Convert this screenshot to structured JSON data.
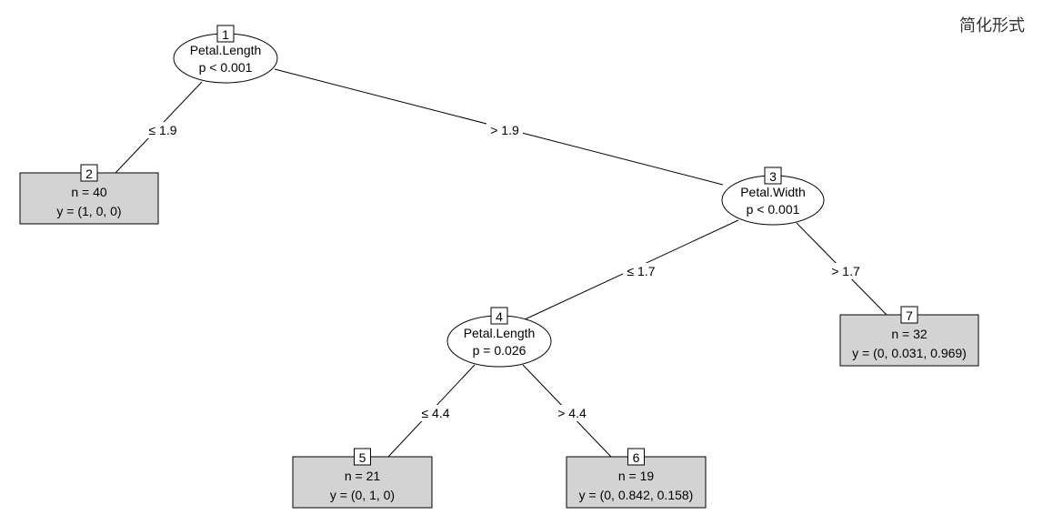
{
  "title": "简化形式",
  "colors": {
    "leaf_fill": "#d3d3d3",
    "line": "#000000",
    "node_fill": "#ffffff"
  },
  "nodes": [
    {
      "id": "1",
      "type": "inner",
      "variable": "Petal.Length",
      "pvalue": "p < 0.001"
    },
    {
      "id": "2",
      "type": "terminal",
      "n": "n = 40",
      "y": "y = (1, 0, 0)"
    },
    {
      "id": "3",
      "type": "inner",
      "variable": "Petal.Width",
      "pvalue": "p < 0.001"
    },
    {
      "id": "4",
      "type": "inner",
      "variable": "Petal.Length",
      "pvalue": "p = 0.026"
    },
    {
      "id": "5",
      "type": "terminal",
      "n": "n = 21",
      "y": "y = (0, 1, 0)"
    },
    {
      "id": "6",
      "type": "terminal",
      "n": "n = 19",
      "y": "y = (0, 0.842, 0.158)"
    },
    {
      "id": "7",
      "type": "terminal",
      "n": "n = 32",
      "y": "y = (0, 0.031, 0.969)"
    }
  ],
  "edges": [
    {
      "from": "1",
      "to": "2",
      "label": "≤ 1.9"
    },
    {
      "from": "1",
      "to": "3",
      "label": "> 1.9"
    },
    {
      "from": "3",
      "to": "4",
      "label": "≤ 1.7"
    },
    {
      "from": "3",
      "to": "7",
      "label": "> 1.7"
    },
    {
      "from": "4",
      "to": "5",
      "label": "≤ 4.4"
    },
    {
      "from": "4",
      "to": "6",
      "label": "> 4.4"
    }
  ]
}
